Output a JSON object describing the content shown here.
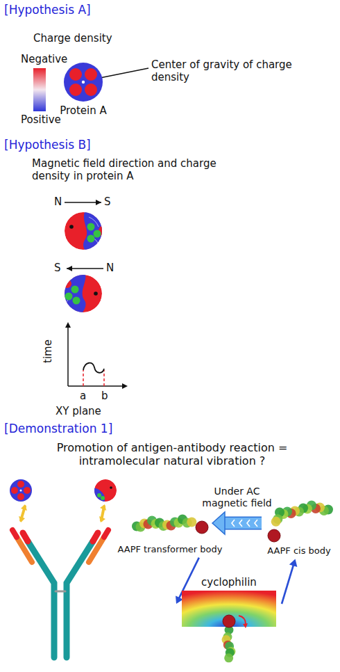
{
  "diagram": {
    "nodes": [
      {
        "text": [
          "Protein A"
        ]
      },
      {
        "text": [
          "AAPF transformer body"
        ]
      },
      {
        "text": [
          "AAPF cis body"
        ]
      },
      {
        "text": [
          "cyclophilin"
        ]
      }
    ],
    "edges": [
      {
        "from": 2,
        "to": 1,
        "arrow": "to",
        "label": "Under AC magnetic field"
      },
      {
        "from": 1,
        "to": 3,
        "arrow": "to"
      },
      {
        "from": 3,
        "to": 2,
        "arrow": "to"
      }
    ],
    "labels": [
      "[Hypothesis A]",
      "Charge density",
      "Negative",
      "Positive",
      "Center of gravity of charge density",
      "[Hypothesis B]",
      "Magnetic field direction and charge density in protein A",
      "N",
      "S",
      "S",
      "N",
      "time",
      "a",
      "b",
      "XY plane",
      "[Demonstration 1]",
      "Promotion of antigen-antibody reaction = intramolecular natural vibration ?"
    ]
  }
}
